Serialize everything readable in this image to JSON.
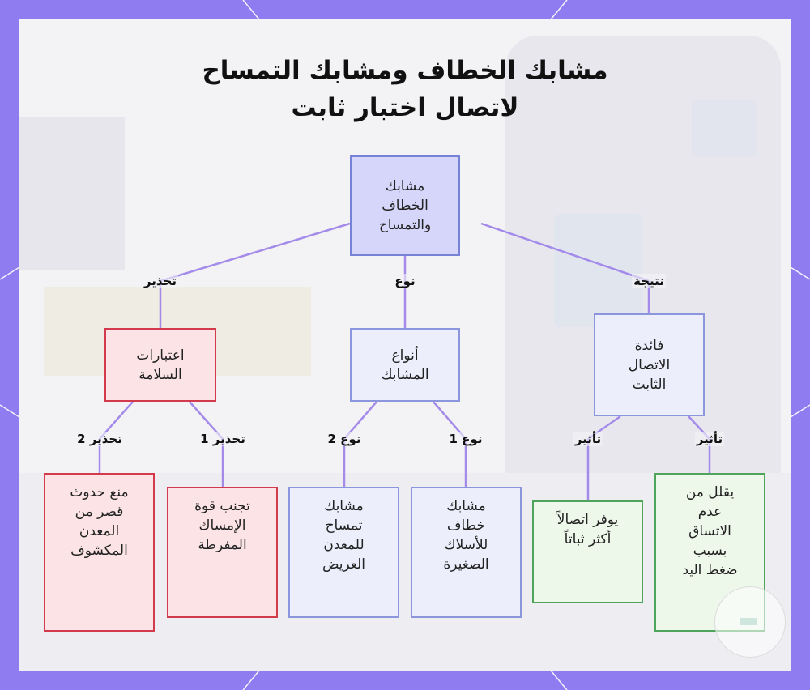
{
  "title": {
    "line1": "مشابك الخطاف ومشابك التمساح",
    "line2": "لاتصال اختبار ثابت"
  },
  "nodes": {
    "root": "مشابك\nالخطاف\nوالتمساح",
    "safety": "اعتبارات\nالسلامة",
    "types": "أنواع\nالمشابك",
    "benefit": "فائدة\nالاتصال\nالثابت",
    "short_circuit": "منع حدوث\nقصر من\nالمعدن\nالمكشوف",
    "grip": "تجنب قوة\nالإمساك\nالمفرطة",
    "alligator": "مشابك\nتمساح\nللمعدن\nالعريض",
    "hook": "مشابك\nخطاف\nللأسلاك\nالصغيرة",
    "stable": "يوفر اتصالاً\nأكثر ثباتاً",
    "inconsistency": "يقلل من\nعدم\nالاتساق\nبسبب\nضغط اليد"
  },
  "edge_labels": {
    "warning": "تحذير",
    "type": "نوع",
    "result": "نتيجة",
    "warning_2": "تحذير 2",
    "warning_1": "تحذير 1",
    "type_2": "نوع 2",
    "type_1": "نوع 1",
    "effect_a": "تأثير",
    "effect_b": "تأثير"
  },
  "colors": {
    "frame": "#8f7cf0",
    "edge": "#a48bea",
    "node_blue": "#8b96dc",
    "node_red": "#d33a4c",
    "node_green": "#4fa45b"
  }
}
